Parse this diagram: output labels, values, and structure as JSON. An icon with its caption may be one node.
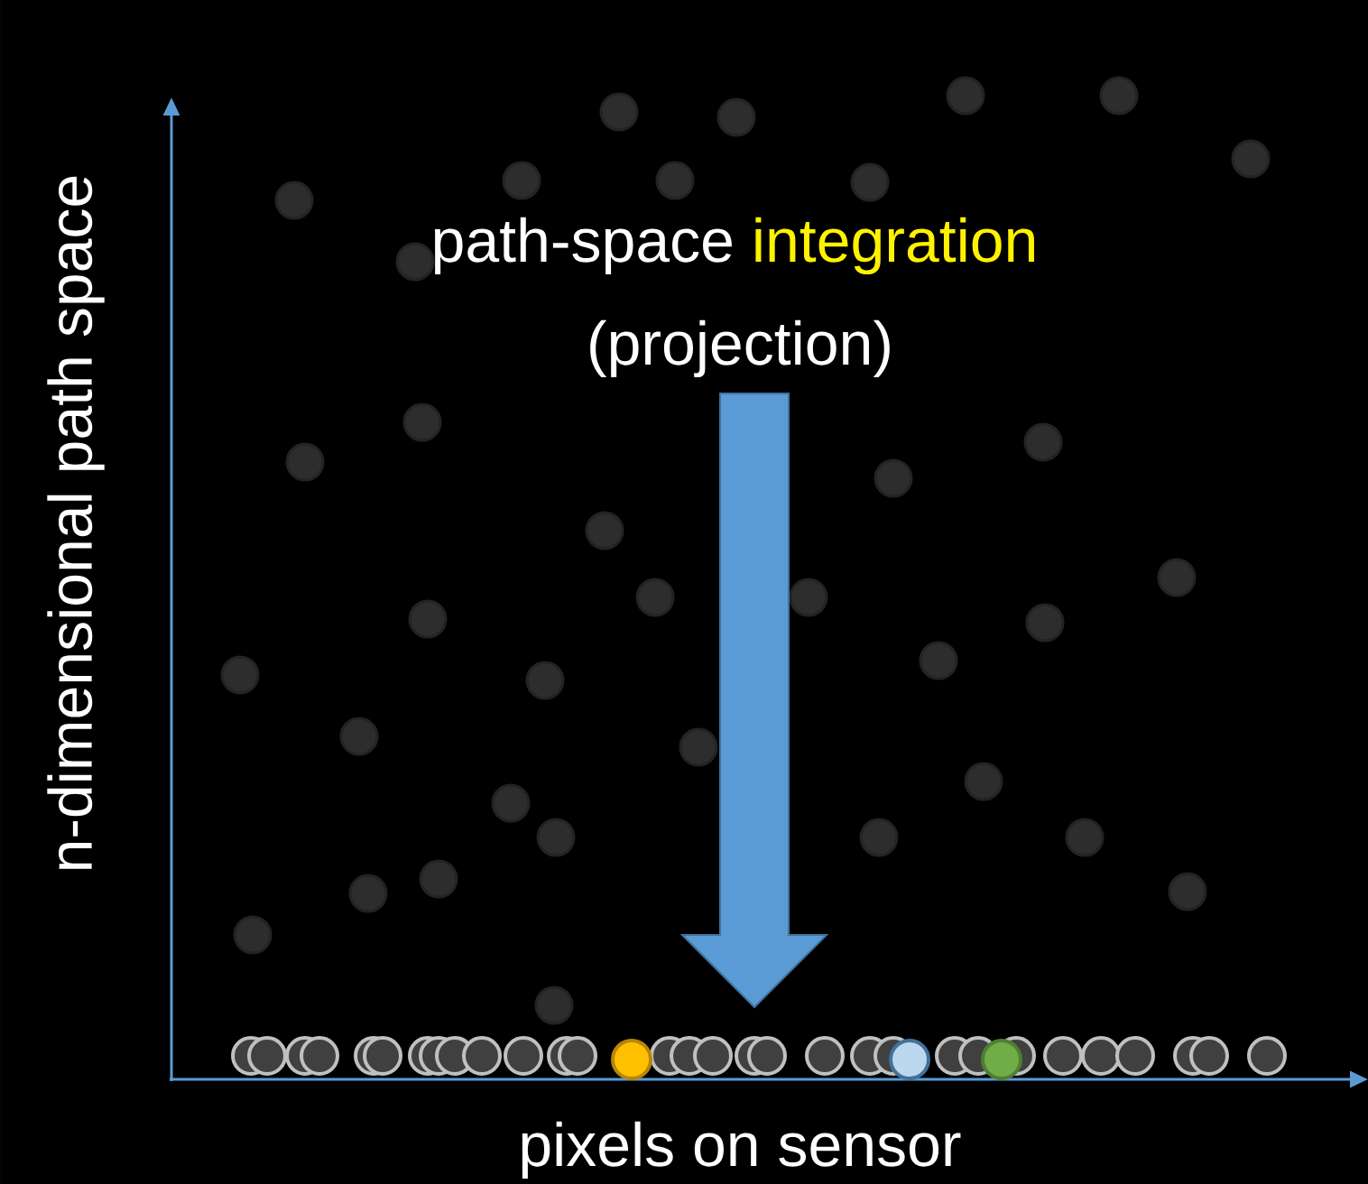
{
  "diagram": {
    "labels": [
      "n-dimensional path space",
      "path-space",
      "integration",
      "(projection)",
      "pixels on sensor"
    ]
  }
}
